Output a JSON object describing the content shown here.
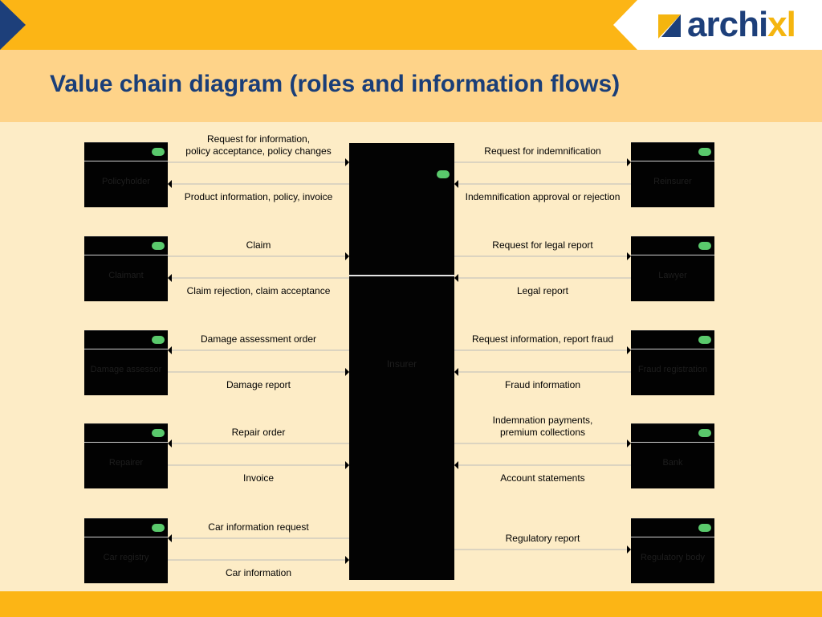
{
  "title": "Value chain diagram (roles and information flows)",
  "logo": {
    "main": "archi",
    "accent": "xl"
  },
  "colors": {
    "header": "#fcb515",
    "title": "#1a3e78",
    "band": "#fed389",
    "background": "#fdecc6",
    "box": "#030303",
    "badge": "#5ac96c",
    "arrow": "#000000",
    "line": "#bbbbbb"
  },
  "center_role": {
    "name": "Insurer"
  },
  "left_roles": [
    {
      "name": "Policyholder",
      "flows": [
        {
          "label": "Request for information,\npolicy acceptance, policy changes",
          "direction": "to_center"
        },
        {
          "label": "Product information, policy, invoice",
          "direction": "from_center"
        }
      ]
    },
    {
      "name": "Claimant",
      "flows": [
        {
          "label": "Claim",
          "direction": "to_center"
        },
        {
          "label": "Claim rejection, claim acceptance",
          "direction": "from_center"
        }
      ]
    },
    {
      "name": "Damage assessor",
      "flows": [
        {
          "label": "Damage assessment order",
          "direction": "from_center"
        },
        {
          "label": "Damage report",
          "direction": "to_center"
        }
      ]
    },
    {
      "name": "Repairer",
      "flows": [
        {
          "label": "Repair order",
          "direction": "from_center"
        },
        {
          "label": "Invoice",
          "direction": "to_center"
        }
      ]
    },
    {
      "name": "Car registry",
      "flows": [
        {
          "label": "Car information request",
          "direction": "from_center"
        },
        {
          "label": "Car information",
          "direction": "to_center"
        }
      ]
    }
  ],
  "right_roles": [
    {
      "name": "Reinsurer",
      "flows": [
        {
          "label": "Request for indemnification",
          "direction": "from_center"
        },
        {
          "label": "Indemnification approval or rejection",
          "direction": "to_center"
        }
      ]
    },
    {
      "name": "Lawyer",
      "flows": [
        {
          "label": "Request for legal report",
          "direction": "from_center"
        },
        {
          "label": "Legal report",
          "direction": "to_center"
        }
      ]
    },
    {
      "name": "Fraud registration",
      "flows": [
        {
          "label": "Request information, report fraud",
          "direction": "from_center"
        },
        {
          "label": "Fraud information",
          "direction": "to_center"
        }
      ]
    },
    {
      "name": "Bank",
      "flows": [
        {
          "label": "Indemnation payments,\npremium collections",
          "direction": "from_center"
        },
        {
          "label": "Account statements",
          "direction": "to_center"
        }
      ]
    },
    {
      "name": "Regulatory body",
      "flows": [
        {
          "label": "Regulatory report",
          "direction": "from_center"
        }
      ]
    }
  ]
}
